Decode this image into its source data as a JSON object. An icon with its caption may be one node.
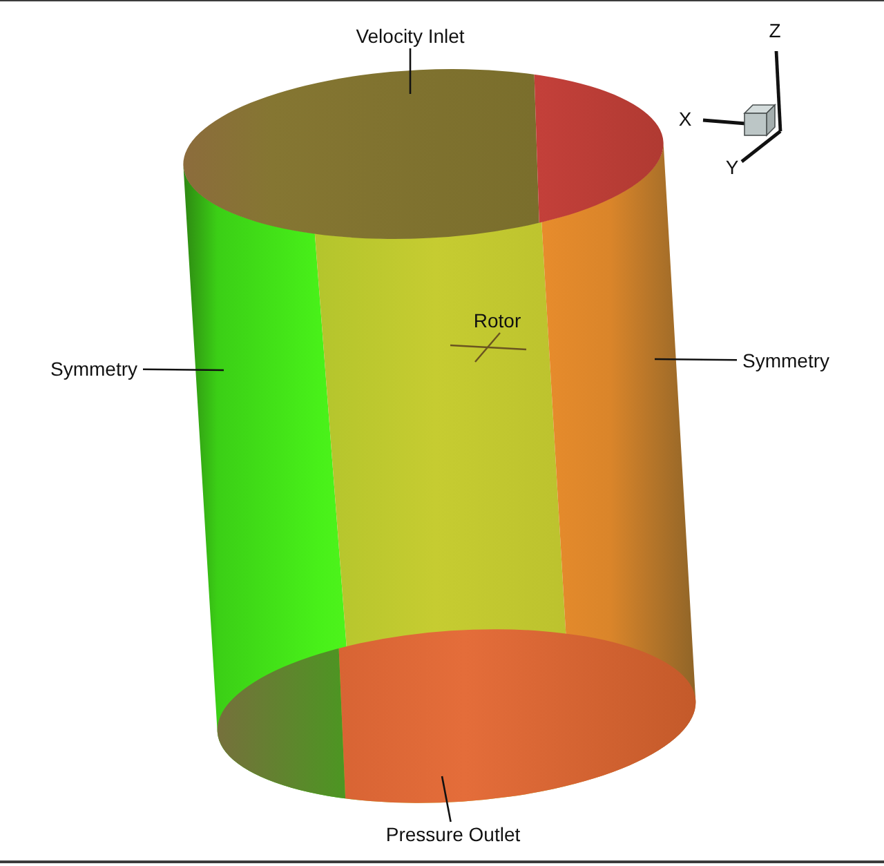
{
  "diagram": {
    "nodes": [
      {
        "text": [
          "Velocity Inlet"
        ]
      },
      {
        "text": [
          "Symmetry"
        ]
      },
      {
        "text": [
          "Symmetry"
        ]
      },
      {
        "text": [
          "Pressure Outlet"
        ]
      }
    ],
    "edges": [
      {
        "from": 0,
        "to": null,
        "arrow": "none"
      },
      {
        "from": 1,
        "to": null,
        "arrow": "none"
      },
      {
        "from": 2,
        "to": null,
        "arrow": "none"
      },
      {
        "from": 3,
        "to": null,
        "arrow": "none"
      }
    ],
    "labels": [
      "Z",
      "X",
      "Y",
      "Rotor"
    ]
  }
}
